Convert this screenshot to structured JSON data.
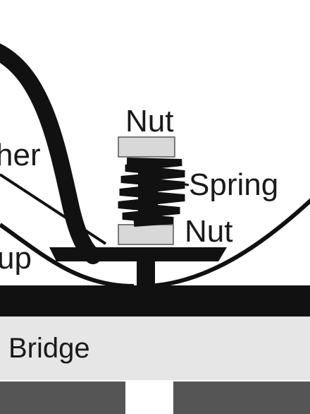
{
  "labels": {
    "top_nut": "Nut",
    "spring": "Spring",
    "bottom_nut": "Nut",
    "bridge": "Bridge",
    "left_upper_partial": "her",
    "left_lower_partial": "up"
  },
  "colors": {
    "ink": "#111111",
    "nut_fill": "#d8d8d8",
    "bridge_fill": "#e6e6e6",
    "base_dark": "#555555",
    "background": "#ffffff"
  }
}
